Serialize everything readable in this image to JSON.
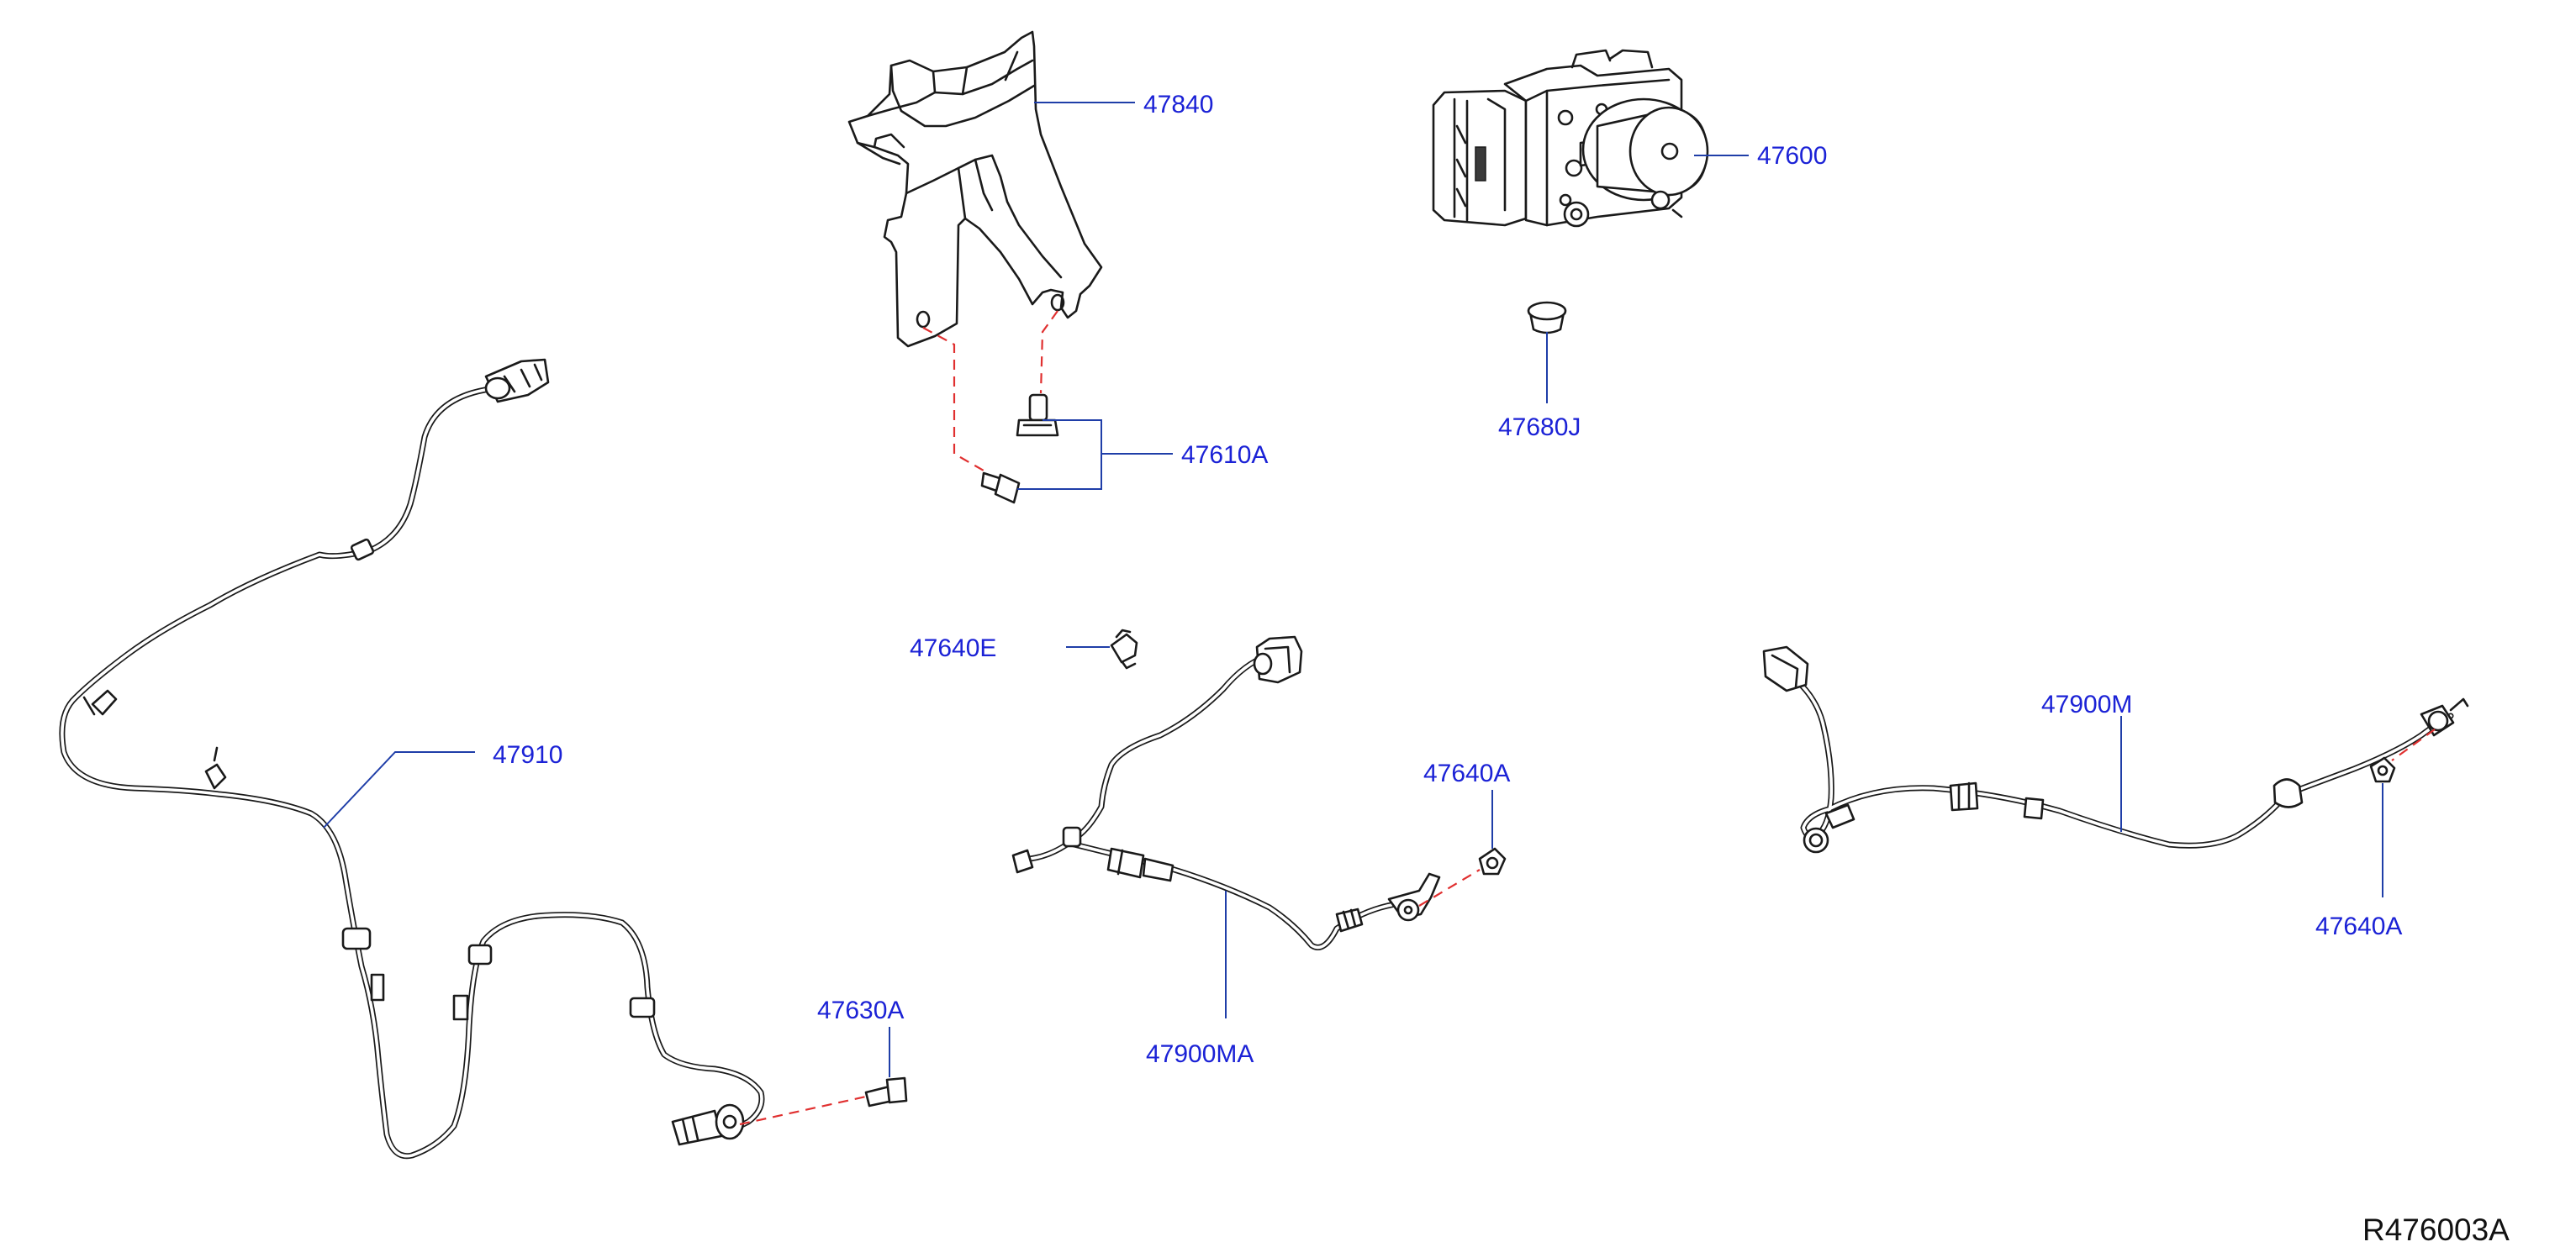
{
  "diagram": {
    "reference_code": "R476003A",
    "callouts": {
      "bracket": "47840",
      "abs_actuator": "47600",
      "grommet": "47680J",
      "bracket_bolts": "47610A",
      "clip": "47640E",
      "front_harness": "47910",
      "front_sensor_bolt": "47630A",
      "rear_sensor_left": "47900MA",
      "rear_bolt_left": "47640A",
      "rear_sensor_right": "47900M",
      "rear_bolt_right": "47640A"
    }
  }
}
